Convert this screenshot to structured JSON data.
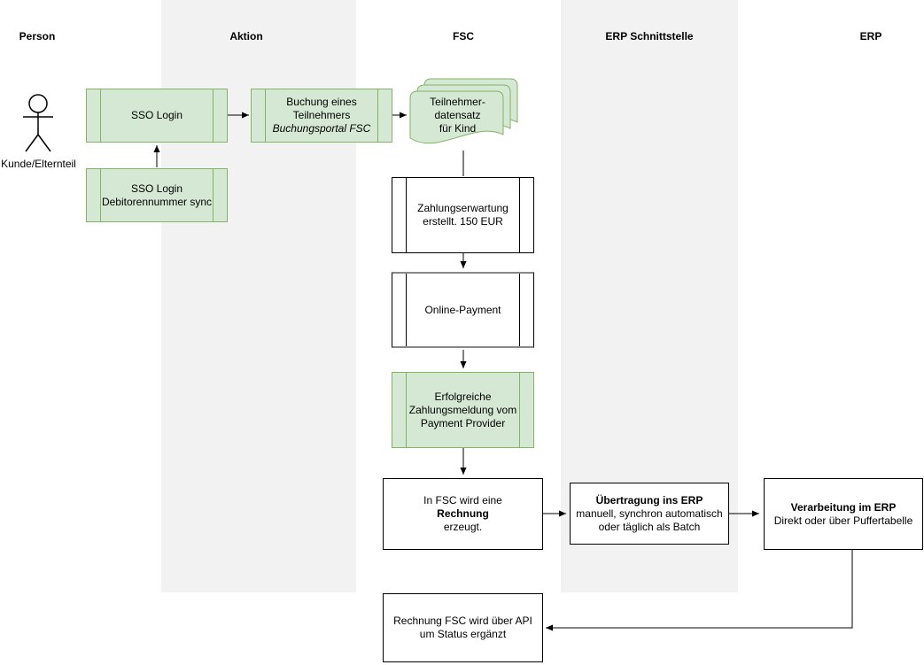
{
  "header": {
    "lanes": [
      {
        "label": "Person"
      },
      {
        "label": "Aktion"
      },
      {
        "label": "FSC"
      },
      {
        "label": "ERP Schnittstelle"
      },
      {
        "label": "ERP"
      }
    ]
  },
  "actor": {
    "label": "Kunde/Elternteil"
  },
  "nodes": {
    "sso_login": {
      "lines": [
        "SSO Login"
      ]
    },
    "sso_login_sync": {
      "lines": [
        "SSO Login",
        "Debitorennummer sync"
      ]
    },
    "buchung_teilnehmer": {
      "lines": [
        "Buchung eines",
        "Teilnehmers",
        "Buchungsportal FSC"
      ]
    },
    "teilnehmerdatensatz": {
      "lines": [
        "Teilnehmer-",
        "datensatz",
        "für Kind"
      ]
    },
    "zahlungserwartung": {
      "lines": [
        "Zahlungserwartung",
        "erstellt. 150 EUR"
      ]
    },
    "online_payment": {
      "lines": [
        "Online-Payment"
      ]
    },
    "zahlungsmeldung": {
      "lines": [
        "Erfolgreiche",
        "Zahlungsmeldung vom",
        "Payment Provider"
      ]
    },
    "rechnung_erzeugt": {
      "lines": [
        "In FSC wird eine",
        "Rechnung",
        "erzeugt."
      ]
    },
    "uebertragung_erp": {
      "lines": [
        "Übertragung ins ERP",
        "manuell, synchron automatisch",
        "oder täglich als Batch"
      ]
    },
    "verarbeitung_erp": {
      "lines": [
        "Verarbeitung im ERP",
        "Direkt oder über Puffertabelle"
      ]
    },
    "rechnung_status": {
      "lines": [
        "Rechnung FSC wird über API",
        "um Status ergänzt"
      ]
    }
  },
  "colors": {
    "green_fill": "#d5e8d4",
    "green_border": "#82b366",
    "lane_background": "#f2f2f2",
    "connector": "#000000",
    "online_payment_border": "#888888"
  }
}
